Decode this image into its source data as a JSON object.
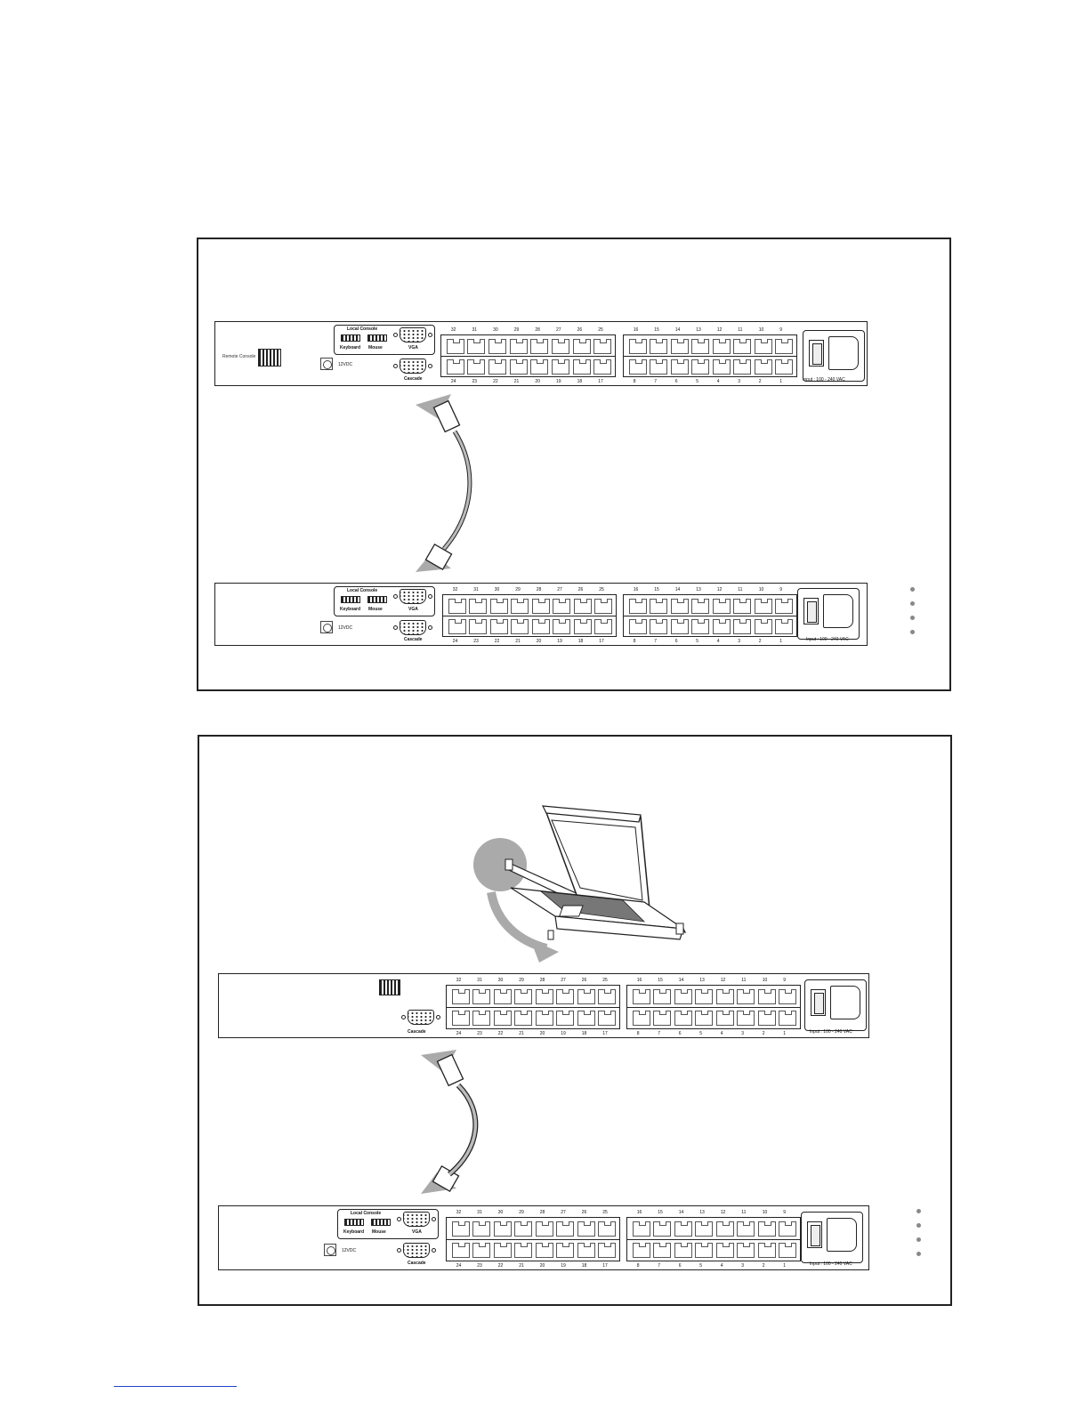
{
  "labels": {
    "local_console": "Local Console",
    "keyboard": "Keyboard",
    "mouse": "Mouse",
    "vga": "VGA",
    "cascade": "Cascade",
    "dc_12v": "12VDC",
    "remote_console": "Remote Console",
    "power_input": "Input : 100 - 240 VAC"
  },
  "ports": {
    "top_left_bank": [
      "32",
      "31",
      "30",
      "29",
      "28",
      "27",
      "26",
      "25"
    ],
    "bottom_left_bank": [
      "24",
      "23",
      "22",
      "21",
      "20",
      "19",
      "18",
      "17"
    ],
    "top_right_bank": [
      "16",
      "15",
      "14",
      "13",
      "12",
      "11",
      "10",
      "9"
    ],
    "bottom_right_bank": [
      "8",
      "7",
      "6",
      "5",
      "4",
      "3",
      "2",
      "1"
    ]
  },
  "colors": {
    "line": "#222222",
    "cable_gray": "#bbbbbb",
    "arrow_gray": "#aaaaaa",
    "dot_gray": "#888888",
    "link_blue": "#2244cc"
  }
}
